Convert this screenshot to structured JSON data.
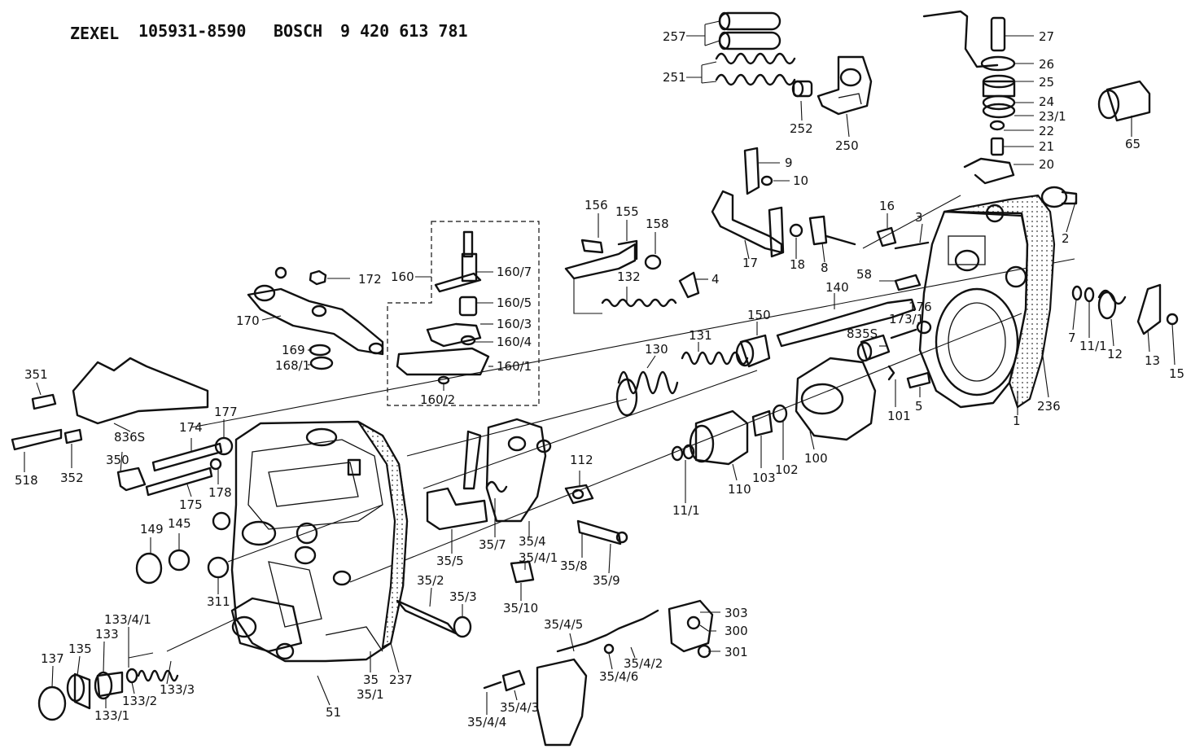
{
  "header": {
    "make1": "ZEXEL",
    "number1": "105931-8590",
    "make2": "BOSCH",
    "number2": "9 420 613 781"
  },
  "labels": {
    "p257": "257",
    "p251": "251",
    "p252": "252",
    "p250": "250",
    "p27": "27",
    "p26": "26",
    "p25": "25",
    "p24": "24",
    "p23_1": "23/1",
    "p22": "22",
    "p21": "21",
    "p20": "20",
    "p65": "65",
    "p9": "9",
    "p10": "10",
    "p16": "16",
    "p3": "3",
    "p2": "2",
    "p17": "17",
    "p18": "18",
    "p8": "8",
    "p58": "58",
    "p156": "156",
    "p155": "155",
    "p158": "158",
    "p132": "132",
    "p4": "4",
    "p160": "160",
    "p160_7": "160/7",
    "p160_5": "160/5",
    "p160_3": "160/3",
    "p160_4": "160/4",
    "p160_1": "160/1",
    "p160_2": "160/2",
    "p172": "172",
    "p170": "170",
    "p169": "169",
    "p168_1": "168/1",
    "p140": "140",
    "p150": "150",
    "p131": "131",
    "p130": "130",
    "p835S": "835S",
    "p173_1": "173/1",
    "p176": "176",
    "p7": "7",
    "p11_1a": "11/1",
    "p12": "12",
    "p13": "13",
    "p15": "15",
    "p101": "101",
    "p5": "5",
    "p1": "1",
    "p236": "236",
    "p351": "351",
    "p836S": "836S",
    "p350": "350",
    "p518": "518",
    "p352": "352",
    "p174": "174",
    "p177": "177",
    "p175": "175",
    "p178": "178",
    "p100": "100",
    "p102": "102",
    "p103": "103",
    "p110": "110",
    "p11_1b": "11/1",
    "p112": "112",
    "p149": "149",
    "p145": "145",
    "p311": "311",
    "p35_5": "35/5",
    "p35_7": "35/7",
    "p35_4": "35/4",
    "p35_4_1": "35/4/1",
    "p35_8": "35/8",
    "p35_9": "35/9",
    "p35_10": "35/10",
    "p35_2": "35/2",
    "p35_3": "35/3",
    "p133_4_1": "133/4/1",
    "p133": "133",
    "p135": "135",
    "p137": "137",
    "p133_1": "133/1",
    "p133_2": "133/2",
    "p133_3": "133/3",
    "p35": "35",
    "p35_1": "35/1",
    "p237": "237",
    "p51": "51",
    "p35_4_5": "35/4/5",
    "p35_4_2": "35/4/2",
    "p35_4_6": "35/4/6",
    "p35_4_3": "35/4/3",
    "p35_4_4": "35/4/4",
    "p303": "303",
    "p300": "300",
    "p301": "301"
  }
}
